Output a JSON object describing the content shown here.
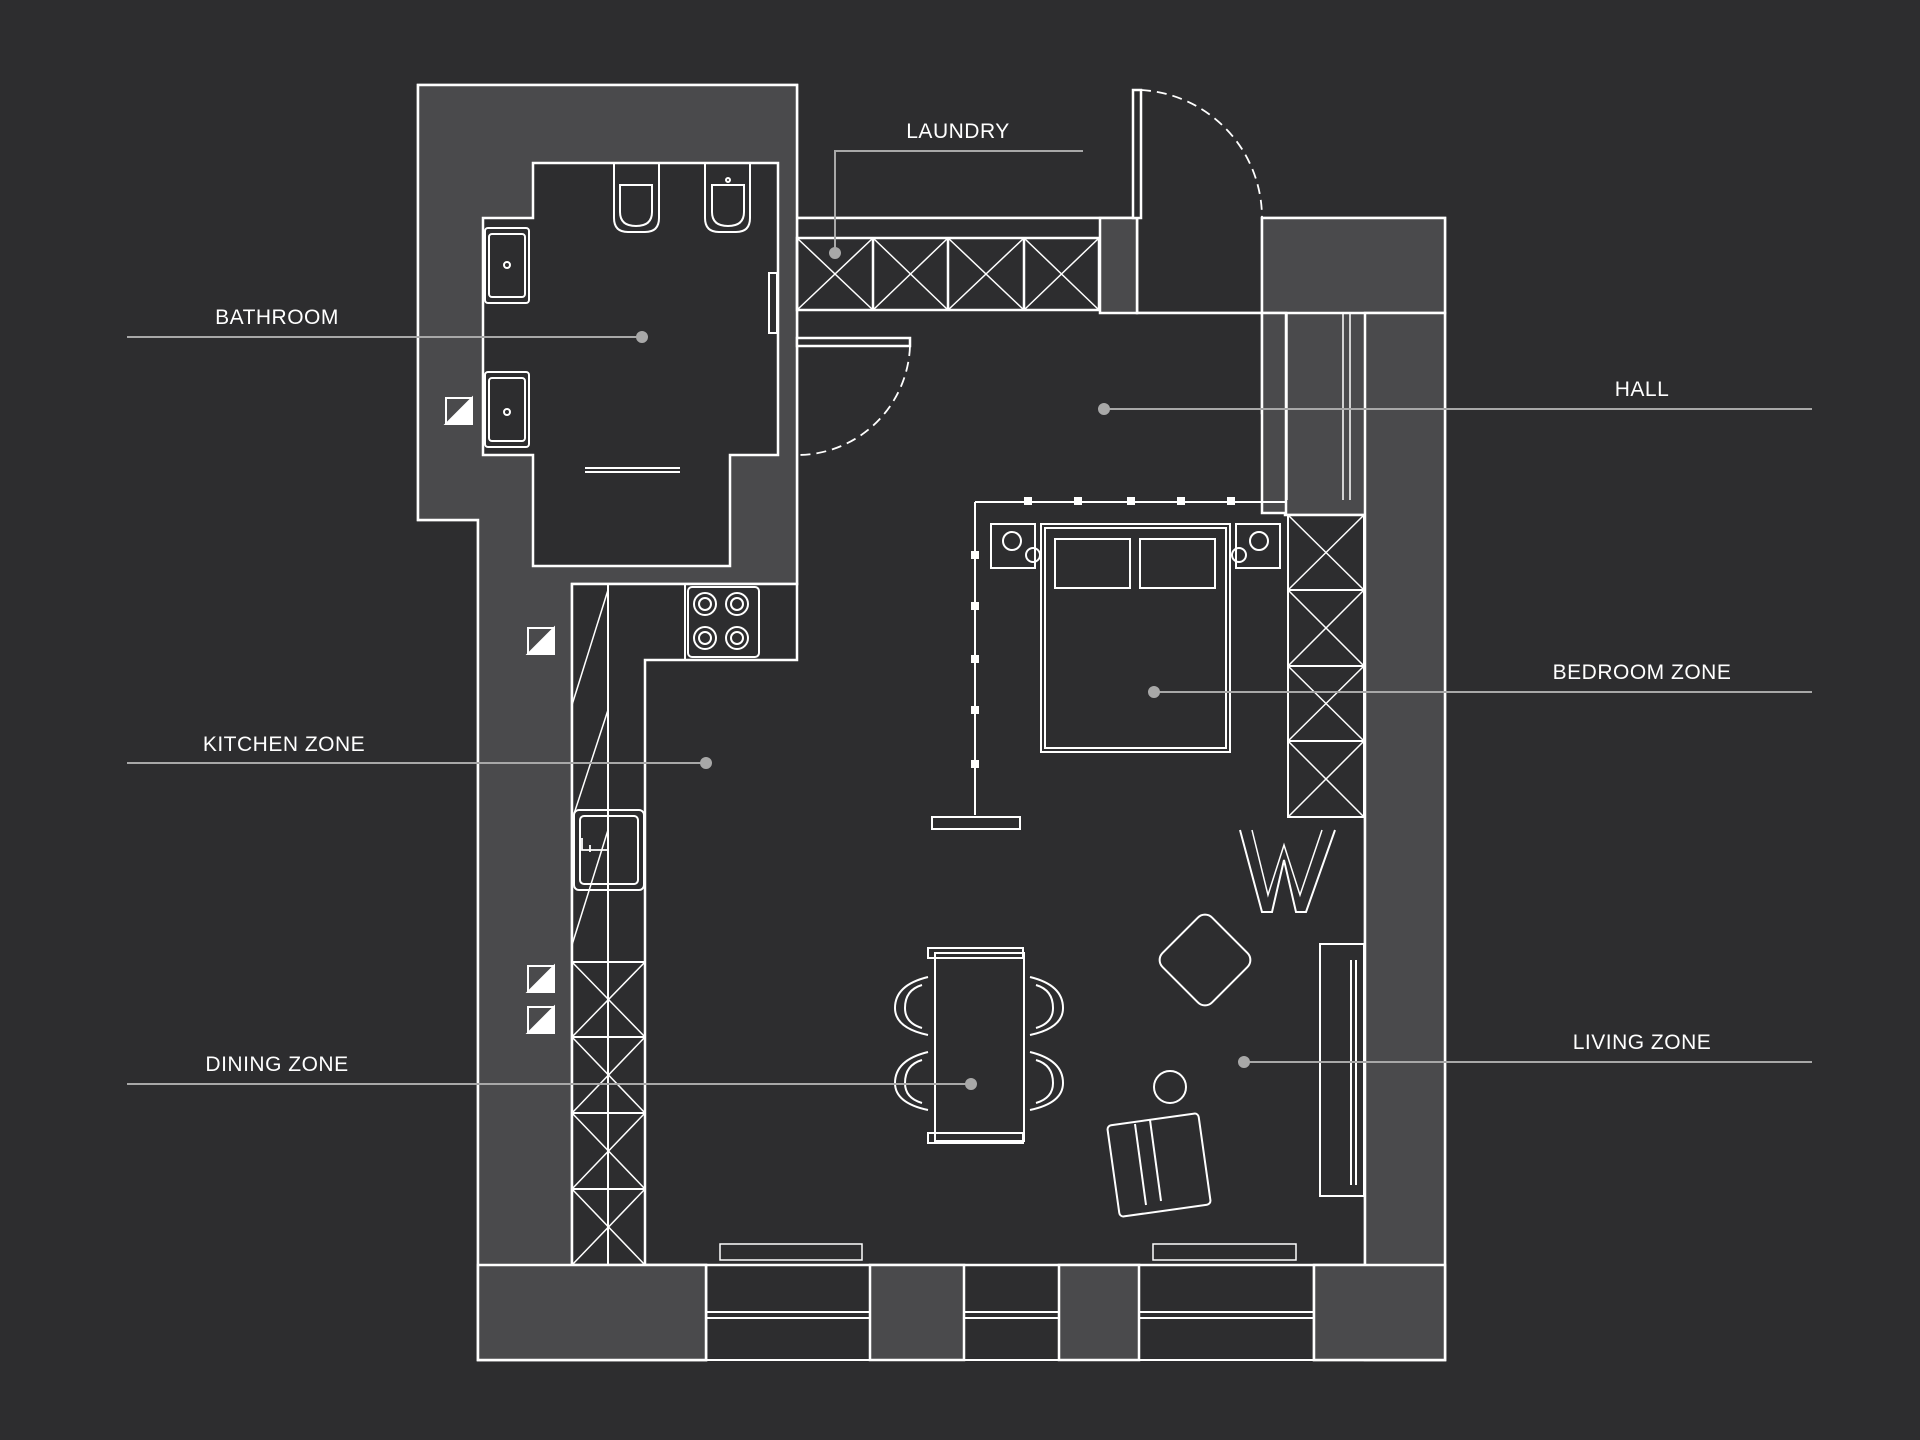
{
  "colors": {
    "background": "#2d2d2f",
    "wall_fill": "#4a4a4c",
    "line": "#ffffff",
    "leader": "#a8a8a8"
  },
  "labels": {
    "laundry": "LAUNDRY",
    "bathroom": "BATHROOM",
    "hall": "HALL",
    "bedroom_zone": "BEDROOM ZONE",
    "kitchen_zone": "KITCHEN ZONE",
    "living_zone": "LIVING ZONE",
    "dining_zone": "DINING ZONE"
  }
}
